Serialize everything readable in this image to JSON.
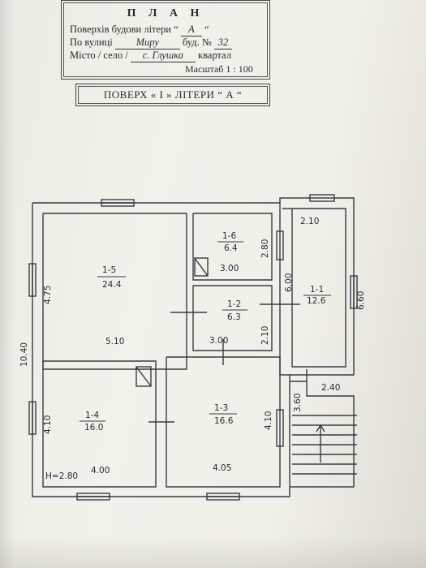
{
  "header": {
    "title": "П Л А Н",
    "line1_prefix": "Поверхів будови літери",
    "line1_open": "“",
    "line1_value": "А",
    "line1_close": "“",
    "line2_prefix": "По вулиці",
    "line2_street": "Миру",
    "line2_bud": "буд. №",
    "line2_number": "32",
    "line3_prefix": "Місто / село /",
    "line3_village": "с. Глушка",
    "line3_suffix": "квартал",
    "scale": "Масштаб 1 : 100"
  },
  "floor_title": "ПОВЕРХ « І »  ЛІТЕРИ “ А “",
  "plan": {
    "overall_dims": [
      "10.40",
      "6.60"
    ],
    "rooms": [
      {
        "id": "1-5",
        "area": "24.4",
        "dims": [
          "4.75",
          "5.10"
        ]
      },
      {
        "id": "1-6",
        "area": "6.4",
        "dims": [
          "2.80",
          "3.00"
        ]
      },
      {
        "id": "1-2",
        "area": "6.3",
        "dims": [
          "2.10",
          "3.00"
        ]
      },
      {
        "id": "1-1",
        "area": "12.6",
        "dims": [
          "2.10",
          "6.00",
          "2.40"
        ]
      },
      {
        "id": "1-4",
        "area": "16.0",
        "dims": [
          "4.10",
          "4.00"
        ]
      },
      {
        "id": "1-3",
        "area": "16.6",
        "dims": [
          "4.10",
          "4.05"
        ]
      }
    ],
    "porch_dim": "3.60",
    "height": "H=2.80"
  }
}
